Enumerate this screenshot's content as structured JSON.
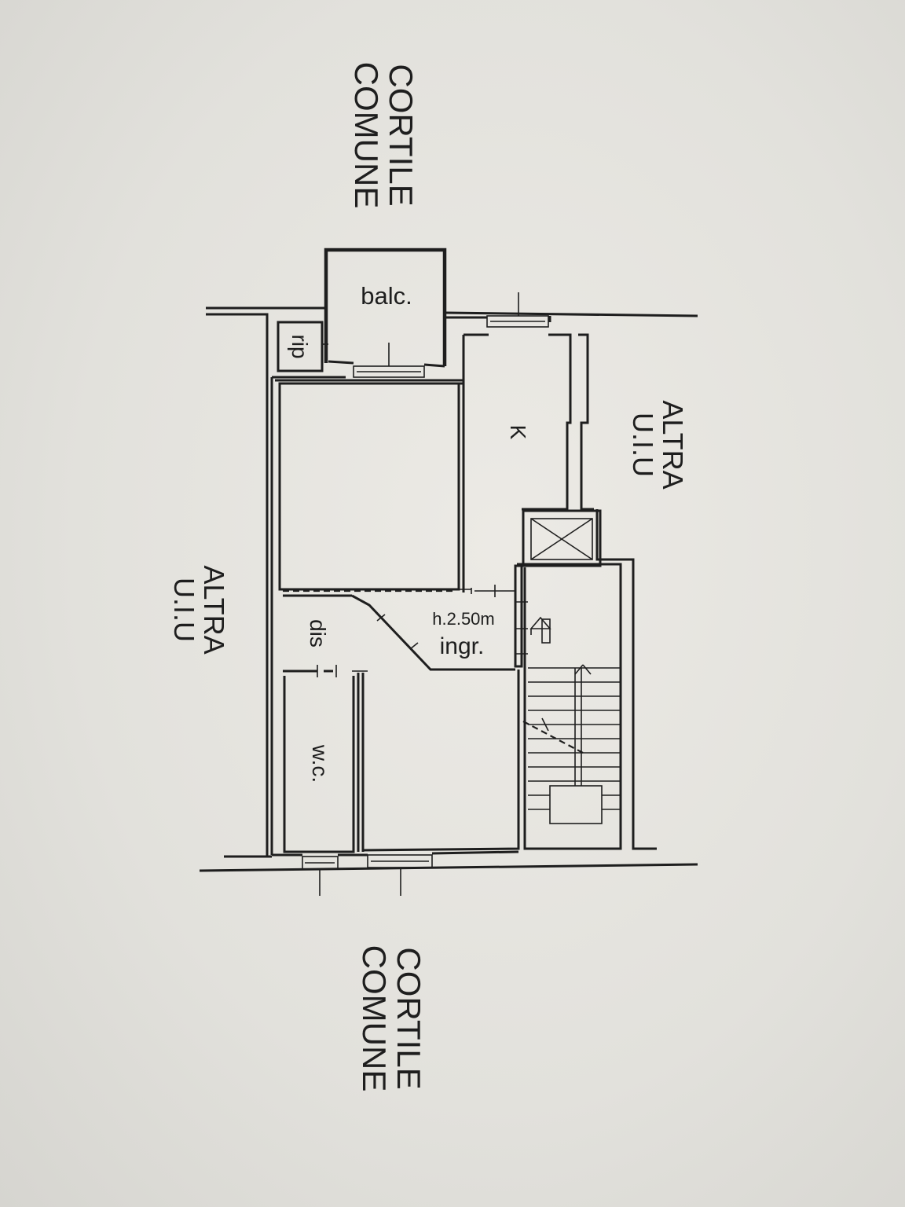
{
  "labels": {
    "cortile_top": [
      "CORTILE",
      "COMUNE"
    ],
    "cortile_bottom": [
      "CORTILE",
      "COMUNE"
    ],
    "altra_left": [
      "ALTRA",
      "U.I.U"
    ],
    "altra_right": [
      "ALTRA",
      "U.I.U"
    ],
    "balcony": "balc.",
    "closet": "rip",
    "kitchen": "K",
    "hallway": "dis",
    "wc": "w.c.",
    "height": "h.2.50m",
    "entrance": "ingr."
  }
}
